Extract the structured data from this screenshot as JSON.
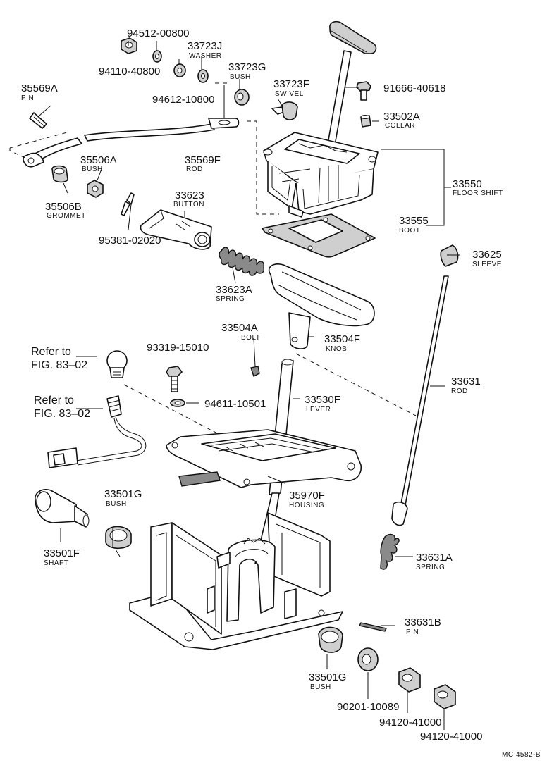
{
  "diagram": {
    "code": "MC 4582-B",
    "parts": {
      "p94512": {
        "number": "94512-00800",
        "name": ""
      },
      "p94110": {
        "number": "94110-40800",
        "name": ""
      },
      "p33723J": {
        "number": "33723J",
        "name": "WASHER"
      },
      "p94612": {
        "number": "94612-10800",
        "name": ""
      },
      "p33723G": {
        "number": "33723G",
        "name": "BUSH"
      },
      "p35569A": {
        "number": "35569A",
        "name": "PIN"
      },
      "p33723F": {
        "number": "33723F",
        "name": "SWIVEL"
      },
      "p91666": {
        "number": "91666-40618",
        "name": ""
      },
      "p33502A": {
        "number": "33502A",
        "name": "COLLAR"
      },
      "p35506A": {
        "number": "35506A",
        "name": "BUSH"
      },
      "p35569F": {
        "number": "35569F",
        "name": "ROD"
      },
      "p35506B": {
        "number": "35506B",
        "name": "GROMMET"
      },
      "p33623": {
        "number": "33623",
        "name": "BUTTON"
      },
      "p33550": {
        "number": "33550",
        "name": "FLOOR SHIFT"
      },
      "p33555": {
        "number": "33555",
        "name": "BOOT"
      },
      "p95381": {
        "number": "95381-02020",
        "name": ""
      },
      "p33625": {
        "number": "33625",
        "name": "SLEEVE"
      },
      "p33623A": {
        "number": "33623A",
        "name": "SPRING"
      },
      "p33504A": {
        "number": "33504A",
        "name": "BOLT"
      },
      "p33504F": {
        "number": "33504F",
        "name": "KNOB"
      },
      "p93319": {
        "number": "93319-15010",
        "name": ""
      },
      "p33631": {
        "number": "33631",
        "name": "ROD"
      },
      "p94611": {
        "number": "94611-10501",
        "name": ""
      },
      "p33530F": {
        "number": "33530F",
        "name": "LEVER"
      },
      "p35970F": {
        "number": "35970F",
        "name": "HOUSING"
      },
      "p33501G_a": {
        "number": "33501G",
        "name": "BUSH"
      },
      "p33501F": {
        "number": "33501F",
        "name": "SHAFT"
      },
      "p33631A": {
        "number": "33631A",
        "name": "SPRING"
      },
      "p33631B": {
        "number": "33631B",
        "name": "PIN"
      },
      "p33501G_b": {
        "number": "33501G",
        "name": "BUSH"
      },
      "p90201": {
        "number": "90201-10089",
        "name": ""
      },
      "p94120_a": {
        "number": "94120-41000",
        "name": ""
      },
      "p94120_b": {
        "number": "94120-41000",
        "name": ""
      }
    },
    "refs": {
      "ref1": {
        "line1": "Refer to",
        "line2": "FIG. 83–02"
      },
      "ref2": {
        "line1": "Refer to",
        "line2": "FIG. 83–02"
      }
    }
  }
}
